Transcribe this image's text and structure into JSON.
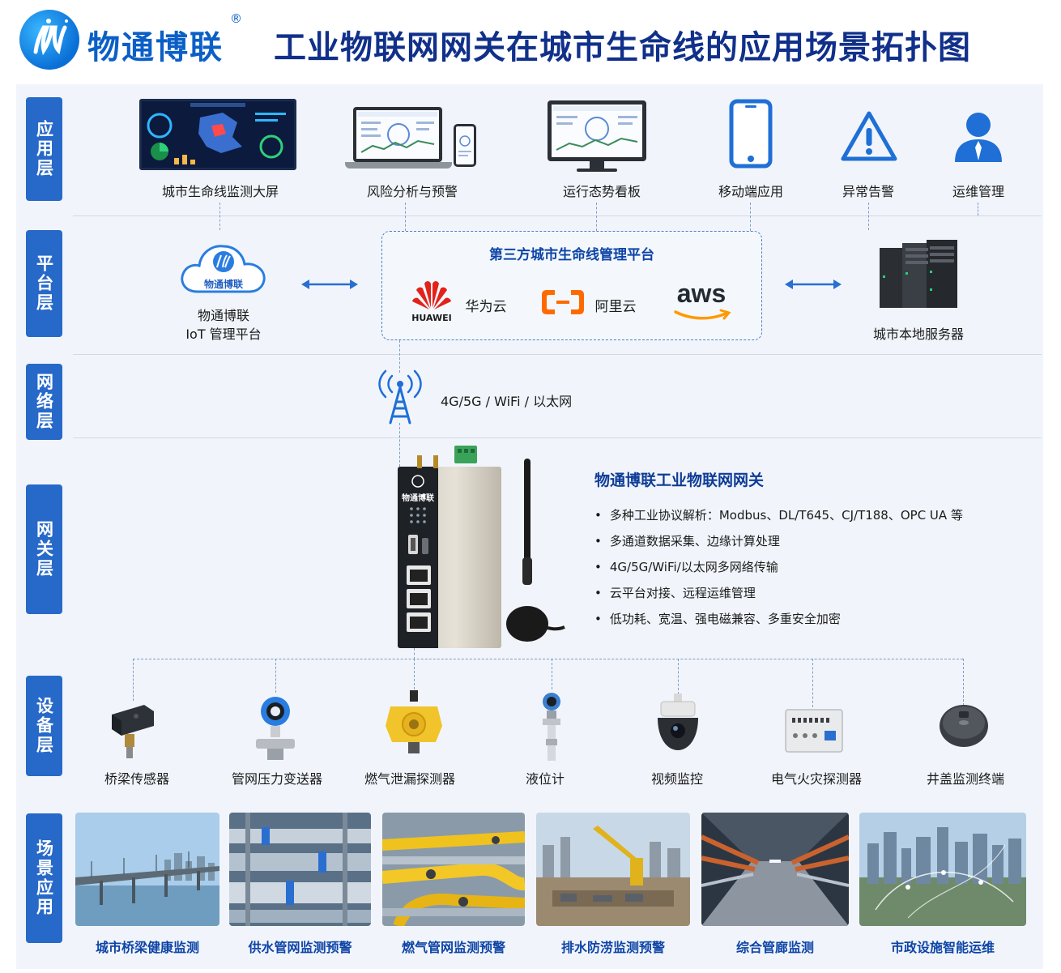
{
  "header": {
    "brand": "物通博联",
    "registered": "®",
    "title": "工业物联网网关在城市生命线的应用场景拓扑图"
  },
  "layers": [
    "应用层",
    "平台层",
    "网络层",
    "网关层",
    "设备层",
    "场景应用"
  ],
  "application": {
    "items": [
      "城市生命线监测大屏",
      "风险分析与预警",
      "运行态势看板",
      "移动端应用",
      "异常告警",
      "运维管理"
    ]
  },
  "platform": {
    "left_cloud_text": "物通博联",
    "left_label_1": "物通博联",
    "left_label_2": "IoT 管理平台",
    "third_party_title": "第三方城市生命线管理平台",
    "huawei_logo": "HUAWEI",
    "huawei_label": "华为云",
    "aliyun_label": "阿里云",
    "aws_logo": "aws",
    "server_label": "城市本地服务器"
  },
  "network": {
    "label": "4G/5G / WiFi / 以太网"
  },
  "gateway": {
    "device_brand": "物通博联",
    "title": "物通博联工业物联网网关",
    "features": [
      "多种工业协议解析：Modbus、DL/T645、CJ/T188、OPC UA 等",
      "多通道数据采集、边缘计算处理",
      "4G/5G/WiFi/以太网多网络传输",
      "云平台对接、远程运维管理",
      "低功耗、宽温、强电磁兼容、多重安全加密"
    ]
  },
  "devices": {
    "items": [
      "桥梁传感器",
      "管网压力变送器",
      "燃气泄漏探测器",
      "液位计",
      "视频监控",
      "电气火灾探测器",
      "井盖监测终端"
    ]
  },
  "scenes": {
    "items": [
      "城市桥梁健康监测",
      "供水管网监测预警",
      "燃气管网监测预警",
      "排水防涝监测预警",
      "综合管廊监测",
      "市政设施智能运维"
    ]
  },
  "colors": {
    "layer_blue": "#2769c9",
    "title_navy": "#10308a",
    "accent_blue": "#0e44a6",
    "panel_bg": "#f1f5fb"
  }
}
